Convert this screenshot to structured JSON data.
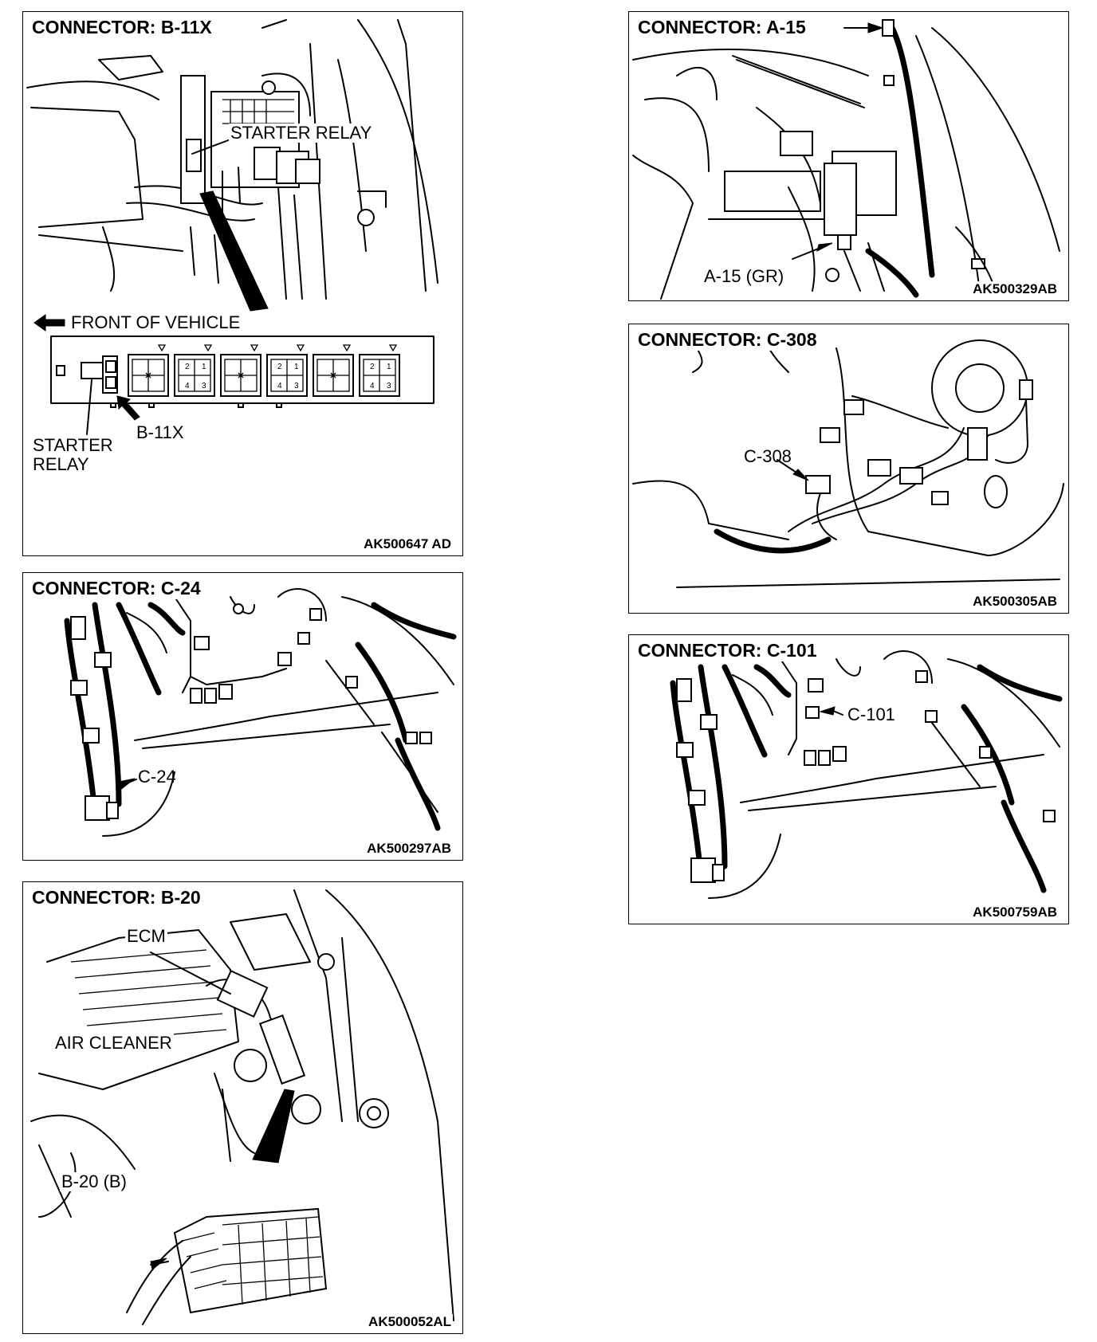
{
  "panels": {
    "b11x": {
      "title": "CONNECTOR: B-11X",
      "code": "AK500647 AD",
      "labels": {
        "starter_relay_top": "STARTER RELAY",
        "front_of_vehicle": "FRONT OF VEHICLE",
        "b11x_callout": "B-11X",
        "starter_relay_bottom_1": "STARTER",
        "starter_relay_bottom_2": "RELAY"
      },
      "relay_pins": [
        "2",
        "1",
        "4",
        "3"
      ]
    },
    "c24": {
      "title": "CONNECTOR: C-24",
      "code": "AK500297AB",
      "labels": {
        "c24_callout": "C-24"
      }
    },
    "b20": {
      "title": "CONNECTOR: B-20",
      "code": "AK500052AL",
      "labels": {
        "ecm": "ECM",
        "air_cleaner": "AIR CLEANER",
        "b20_callout": "B-20 (B)"
      }
    },
    "a15": {
      "title": "CONNECTOR: A-15",
      "code": "AK500329AB",
      "labels": {
        "a15_callout": "A-15 (GR)"
      }
    },
    "c308": {
      "title": "CONNECTOR: C-308",
      "code": "AK500305AB",
      "labels": {
        "c308_callout": "C-308"
      }
    },
    "c101": {
      "title": "CONNECTOR: C-101",
      "code": "AK500759AB",
      "labels": {
        "c101_callout": "C-101"
      }
    }
  }
}
